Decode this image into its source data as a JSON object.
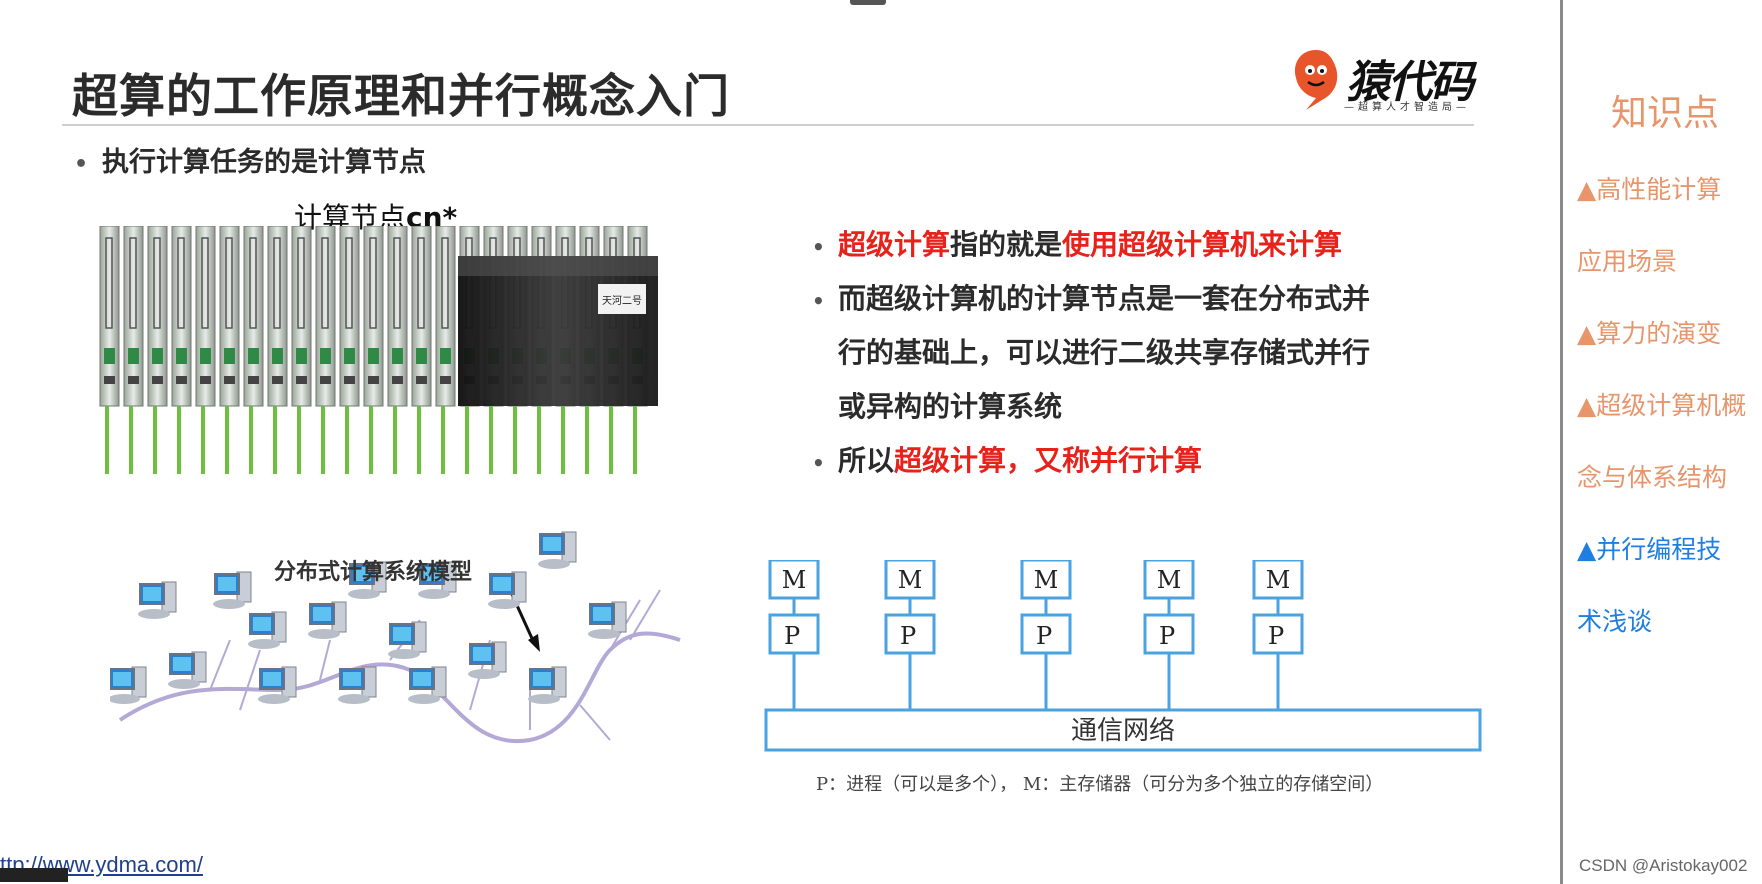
{
  "slide": {
    "title": "超算的工作原理和并行概念入门",
    "logo": {
      "text": "猿代码",
      "subtitle": "—超算人才智造局—"
    },
    "bullet_top": "执行计算任务的是计算节点",
    "nodes_label_prefix": "计算节点",
    "nodes_label_suffix": "cn*",
    "rack_sign": "天河二号",
    "points": [
      {
        "parts": [
          {
            "text": "超级计算",
            "red": true
          },
          {
            "text": "指的就是",
            "red": false
          },
          {
            "text": "使用超级计算机来计算",
            "red": true
          }
        ],
        "red_bullet": true
      },
      {
        "parts": [
          {
            "text": "而超级计算机的计算节点是一套在分布式并",
            "red": false
          }
        ],
        "red_bullet": false
      },
      {
        "parts": [
          {
            "text": "行的基础上，可以进行二级共享存储式并行",
            "red": false
          }
        ],
        "red_bullet": false,
        "continuation": true
      },
      {
        "parts": [
          {
            "text": "或异构的计算系统",
            "red": false
          }
        ],
        "red_bullet": false,
        "continuation": true
      },
      {
        "parts": [
          {
            "text": "所以",
            "red": false
          },
          {
            "text": "超级计算，又称并行计算",
            "red": true
          }
        ],
        "red_bullet": false
      }
    ],
    "dist_label": "分布式计算系统模型",
    "mp_diagram": {
      "memory_label": "M",
      "processor_label": "P",
      "network_label": "通信网络",
      "count": 5
    },
    "mp_caption": "P：进程（可以是多个），  M：主存储器（可分为多个独立的存储空间）",
    "url": "ttp://www.ydma.com/"
  },
  "sidebar": {
    "title": "知识点",
    "items": [
      {
        "label": "▲高性能计算",
        "active": false
      },
      {
        "label": "应用场景",
        "active": false
      },
      {
        "label": "▲算力的演变",
        "active": false
      },
      {
        "label": "▲超级计算机概",
        "active": false
      },
      {
        "label": "念与体系结构",
        "active": false
      },
      {
        "label": "▲并行编程技",
        "active": true
      },
      {
        "label": "术浅谈",
        "active": true
      }
    ],
    "watermark": "CSDN @Aristokay002"
  },
  "colors": {
    "accent_red": "#e8221b",
    "side_orange": "#e8956b",
    "side_blue": "#1e7fe0",
    "diagram_blue": "#4aa3e0"
  }
}
